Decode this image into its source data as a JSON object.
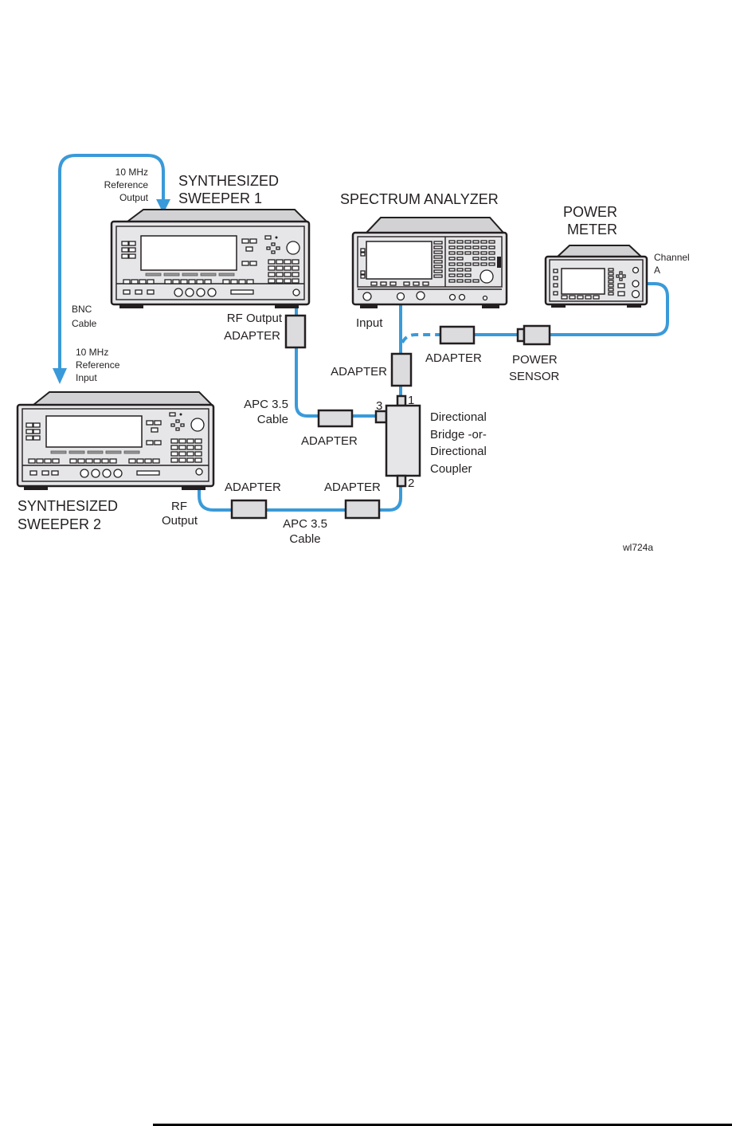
{
  "figure_id": "wl724a",
  "colors": {
    "cable": "#3a9ad9",
    "ink": "#231f20",
    "adapter_fill": "#dcdcde"
  },
  "instruments": {
    "sweeper1": {
      "title_line1": "SYNTHESIZED",
      "title_line2": "SWEEPER 1"
    },
    "sweeper2": {
      "title_line1": "SYNTHESIZED",
      "title_line2": "SWEEPER 2"
    },
    "spectrum_analyzer": {
      "title": "SPECTRUM ANALYZER"
    },
    "power_meter": {
      "title_line1": "POWER",
      "title_line2": "METER"
    },
    "power_sensor": {
      "title_line1": "POWER",
      "title_line2": "SENSOR"
    },
    "coupler": {
      "line1": "Directional",
      "line2": "Bridge -or-",
      "line3": "Directional",
      "line4": "Coupler",
      "port1": "1",
      "port2": "2",
      "port3": "3"
    }
  },
  "labels": {
    "ref_out_1": "10 MHz",
    "ref_out_2": "Reference",
    "ref_out_3": "Output",
    "bnc_1": "BNC",
    "bnc_2": "Cable",
    "ref_in_1": "10 MHz",
    "ref_in_2": "Reference",
    "ref_in_3": "Input",
    "rf_output_s1": "RF Output",
    "adapter": "ADAPTER",
    "sa_input": "Input",
    "channel_a_1": "Channel",
    "channel_a_2": "A",
    "apc_cable_1": "APC 3.5",
    "apc_cable_2": "Cable",
    "rf_out_s2_1": "RF",
    "rf_out_s2_2": "Output"
  }
}
